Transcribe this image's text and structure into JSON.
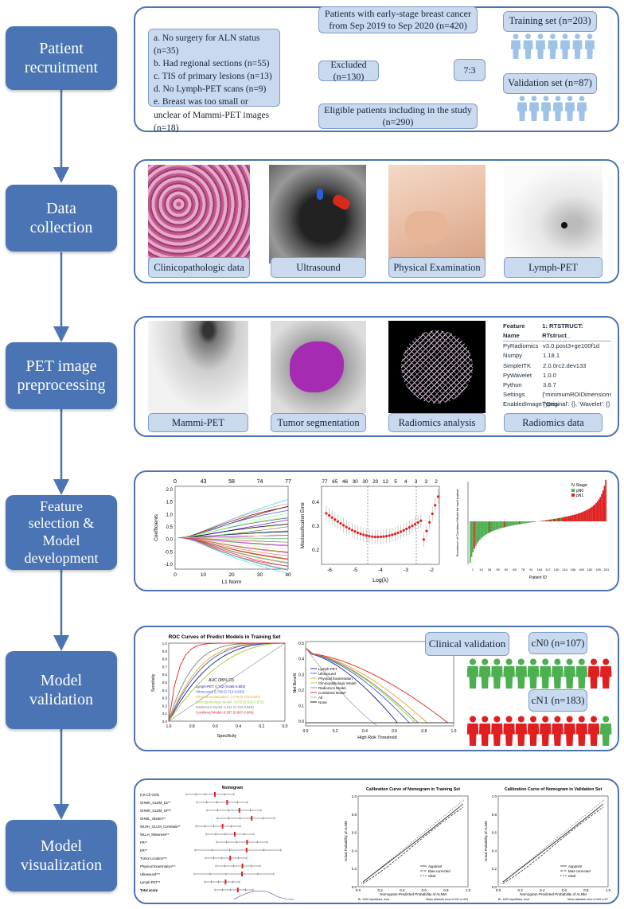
{
  "stages": [
    "Patient\nrecruitment",
    "Data\ncollection",
    "PET image\npreprocessing",
    "Feature\nselection &\nModel\ndevelopment",
    "Model\nvalidation",
    "Model\nvisualization"
  ],
  "recruitment": {
    "patients": "Patients with early-stage breast cancer from Sep 2019 to Sep 2020 (n=420)",
    "exclusions": [
      "a. No surgery for ALN status (n=35)",
      "b. Had regional sections (n=55)",
      "c. TIS of primary lesions (n=13)",
      "d. No Lymph-PET scans (n=9)",
      "e. Breast was too small or unclear of Mammi-PET images (n=18)"
    ],
    "excluded": "Excluded (n=130)",
    "eligible": "Eligible patients including in the study (n=290)",
    "ratio": "7:3",
    "training": "Training set (n=203)",
    "validation": "Validation set (n=87)"
  },
  "data_collection": {
    "captions": [
      "Clinicopathologic data",
      "Ultrasound",
      "Physical Examination",
      "Lymph-PET"
    ]
  },
  "preprocessing": {
    "captions": [
      "Mammi-PET",
      "Tumor segmentation",
      "Radiomics analysis",
      "Radiomics data"
    ],
    "table_header": [
      "Feature Name",
      "1: RTSTRUCT: RTstruct_"
    ],
    "table_rows": [
      [
        "PyRadiomics",
        "v3.0.post3+ge100f1d"
      ],
      [
        "Numpy",
        "1.18.1"
      ],
      [
        "SimpleITK",
        "2.0.0rc2.dev133"
      ],
      [
        "PyWavelet",
        "1.0.0"
      ],
      [
        "Python",
        "3.6.7"
      ],
      [
        "Settings",
        "{'minimumROIDimensions"
      ],
      [
        "EnabledImageTypes",
        "{'Original': {}, 'Wavelet': {}"
      ]
    ]
  },
  "feature_selection": {
    "lasso": {
      "top_ticks": [
        "0",
        "43",
        "58",
        "74",
        "77"
      ],
      "y_ticks": [
        "2.0",
        "1.5",
        "1.0",
        "0.5",
        "0.0",
        "-0.5",
        "-1.0"
      ],
      "x_ticks": [
        "0",
        "10",
        "20",
        "30",
        "40"
      ],
      "ylabel": "Coefficients",
      "xlabel": "L1 Norm"
    },
    "cv": {
      "top_ticks": [
        "77",
        "65",
        "46",
        "30",
        "30",
        "20",
        "12",
        "5",
        "4",
        "3",
        "3",
        "2"
      ],
      "y_ticks": [
        "0.4",
        "0.3",
        "0.2"
      ],
      "x_ticks": [
        "-6",
        "-5",
        "-4",
        "-3",
        "-2"
      ],
      "ylabel": "Misclassification Error",
      "xlabel": "Log(λ)"
    },
    "waterfall": {
      "legend_title": "N Stage",
      "legend": [
        "pN0",
        "pN1"
      ],
      "ylabel": "Prevalence of Combined Model for each patient",
      "xlabel": "Patient ID",
      "x_ticks": [
        "1",
        "13",
        "26",
        "39",
        "52",
        "65",
        "78",
        "91",
        "104",
        "117",
        "130",
        "143",
        "156",
        "169",
        "182",
        "195",
        "201"
      ]
    }
  },
  "validation": {
    "roc_title": "ROC Curves of Predict Models in Training Set",
    "roc_ylabel": "Sensitivity",
    "roc_xlabel": "Specificity",
    "roc_x_ticks": [
      "1.0",
      "0.8",
      "0.6",
      "0.4",
      "0.2",
      "0.0"
    ],
    "roc_y_ticks": [
      "1.0",
      "0.9",
      "0.8",
      "0.7",
      "0.6",
      "0.5",
      "0.4",
      "0.3",
      "0.2",
      "0.1",
      "0.0"
    ],
    "auc_title": "AUC (95% CI)",
    "auc": [
      "Lymph-PET: 0.742 (0.665-0.803)",
      "Ultrasound: 0.768 (0.713-0.833)",
      "Physical Examination: 0.778 (0.714-0.831)",
      "Clinicopathologic Model: 0.676 (0.629-0.635)",
      "Radiomics Model: 0.811 (0.752-0.869)",
      "Combined Model: 0.937 (0.907-0.966)"
    ],
    "dca_legend": [
      "Lymph-PET",
      "Ultrasound",
      "Physical Examination",
      "Clinicopathologic Model",
      "Radiomics Model",
      "Combined Model",
      "All",
      "None"
    ],
    "dca_ylabel": "Net Benefit",
    "dca_xlabel": "High Risk Threshold",
    "dca_y_ticks": [
      "0.5",
      "0.4",
      "0.3",
      "0.2",
      "0.1",
      "0.0"
    ],
    "dca_x_ticks": [
      "0.0",
      "0.2",
      "0.4",
      "0.6",
      "0.8",
      "1.0"
    ],
    "clinical": "Clinical validation",
    "cn0": "cN0 (n=107)",
    "cn1": "cN1 (n=183)"
  },
  "visualization": {
    "nomogram_title": "Nomogram",
    "nomogram_rows": [
      "(LR.Cl) Grnb",
      "GHWK_GLDM_D1**",
      "GHWK_GLDM_OP**",
      "GHWL_Skwbrn**",
      "WLHH_GLCM_Correlatio**",
      "WLLH_Skewness**",
      "PR**",
      "ER**",
      "Tumor Location***",
      "Physical Examination***",
      "Ultrasound***",
      "Lymph-PET**",
      "Total score"
    ],
    "cal_train_title": "Calibration Curve of Nomogram in Training Set",
    "cal_val_title": "Calibration Curve of Nomogram in Validation Set",
    "cal_ylabel": "Actual Probability of ALNM",
    "cal_xlabel": "Nomogram-Predicted Probability of ALNM",
    "cal_legend": [
      "Apparent",
      "Bias-corrected",
      "Ideal"
    ],
    "cal_ticks": [
      "0.0",
      "0.2",
      "0.4",
      "0.6",
      "0.8",
      "1.0"
    ],
    "cal_note_train": "B= 1000 repetitions, boot",
    "cal_note_train_r": "Mean absolute error=0.031 n=203",
    "cal_note_val": "B= 1000 repetitions, boot",
    "cal_note_val_r": "Mean absolute error=0.040 n=87"
  },
  "colors": {
    "stage": "#4a74b3",
    "pill": "#c9d9ee",
    "green": "#4caf50",
    "red": "#e02020",
    "people": "#9ec3e6"
  }
}
